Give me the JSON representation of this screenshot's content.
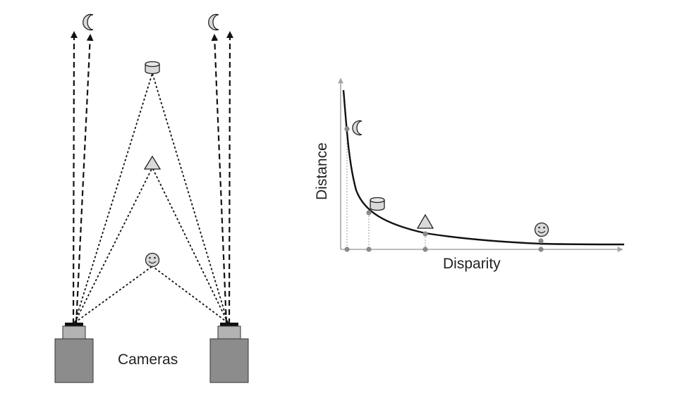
{
  "stereo_setup": {
    "cameras_label": "Cameras",
    "objects": [
      {
        "name": "moon",
        "icon": "crescent-moon-icon"
      },
      {
        "name": "can",
        "icon": "cylinder-icon"
      },
      {
        "name": "triangle",
        "icon": "triangle-icon"
      },
      {
        "name": "face",
        "icon": "smiley-face-icon"
      }
    ]
  },
  "graph": {
    "xlabel": "Disparity",
    "ylabel": "Distance",
    "markers": [
      {
        "name": "moon",
        "icon": "crescent-moon-icon"
      },
      {
        "name": "can",
        "icon": "cylinder-icon"
      },
      {
        "name": "triangle",
        "icon": "triangle-icon"
      },
      {
        "name": "face",
        "icon": "smiley-face-icon"
      }
    ]
  },
  "colors": {
    "camera_body": "#8c8c8c",
    "camera_lens": "#b3b3b3",
    "icon_fill": "#d9d9d9",
    "axis": "#a6a6a6",
    "curve": "#111111",
    "marker": "#8a8a8a"
  }
}
